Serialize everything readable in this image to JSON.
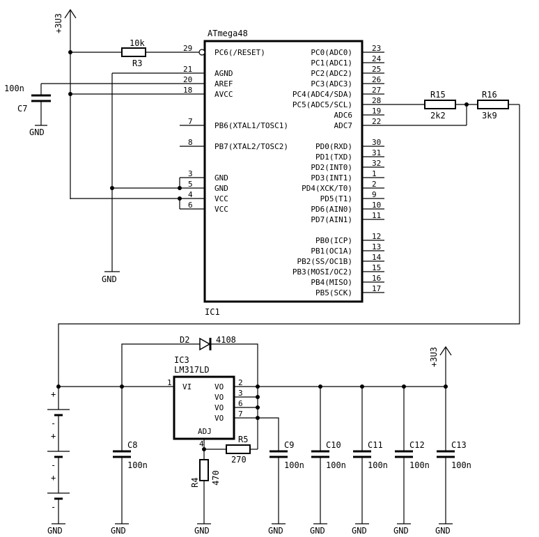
{
  "ic1": {
    "name": "ATmega48",
    "ref": "IC1",
    "left_pins": [
      {
        "num": "29",
        "label": "PC6(/RESET)"
      },
      {
        "num": "21",
        "label": "AGND"
      },
      {
        "num": "20",
        "label": "AREF"
      },
      {
        "num": "18",
        "label": "AVCC"
      },
      {
        "num": "7",
        "label": "PB6(XTAL1/TOSC1)"
      },
      {
        "num": "8",
        "label": "PB7(XTAL2/TOSC2)"
      },
      {
        "num": "3",
        "label": "GND"
      },
      {
        "num": "5",
        "label": "GND"
      },
      {
        "num": "4",
        "label": "VCC"
      },
      {
        "num": "6",
        "label": "VCC"
      }
    ],
    "right_pins": [
      {
        "num": "23",
        "label": "PC0(ADC0)"
      },
      {
        "num": "24",
        "label": "PC1(ADC1)"
      },
      {
        "num": "25",
        "label": "PC2(ADC2)"
      },
      {
        "num": "26",
        "label": "PC3(ADC3)"
      },
      {
        "num": "27",
        "label": "PC4(ADC4/SDA)"
      },
      {
        "num": "28",
        "label": "PC5(ADC5/SCL)"
      },
      {
        "num": "19",
        "label": "ADC6"
      },
      {
        "num": "22",
        "label": "ADC7"
      },
      {
        "num": "30",
        "label": "PD0(RXD)"
      },
      {
        "num": "31",
        "label": "PD1(TXD)"
      },
      {
        "num": "32",
        "label": "PD2(INT0)"
      },
      {
        "num": "1",
        "label": "PD3(INT1)"
      },
      {
        "num": "2",
        "label": "PD4(XCK/T0)"
      },
      {
        "num": "9",
        "label": "PD5(T1)"
      },
      {
        "num": "10",
        "label": "PD6(AIN0)"
      },
      {
        "num": "11",
        "label": "PD7(AIN1)"
      },
      {
        "num": "12",
        "label": "PB0(ICP)"
      },
      {
        "num": "13",
        "label": "PB1(OC1A)"
      },
      {
        "num": "14",
        "label": "PB2(SS/OC1B)"
      },
      {
        "num": "15",
        "label": "PB3(MOSI/OC2)"
      },
      {
        "num": "16",
        "label": "PB4(MISO)"
      },
      {
        "num": "17",
        "label": "PB5(SCK)"
      }
    ]
  },
  "ic3": {
    "ref": "IC3",
    "name": "LM317LD",
    "vi_label": "VI",
    "vo_label": "VO",
    "adj_label": "ADJ",
    "pin_vi": "1",
    "pins_vo": [
      "2",
      "3",
      "6",
      "7"
    ],
    "pin_adj": "4"
  },
  "parts": {
    "r3": {
      "ref": "R3",
      "value": "10k"
    },
    "r15": {
      "ref": "R15",
      "value": "2k2"
    },
    "r16": {
      "ref": "R16",
      "value": "3k9"
    },
    "r4": {
      "ref": "R4",
      "value": "470"
    },
    "r5": {
      "ref": "R5",
      "value": "270"
    },
    "c7": {
      "ref": "C7",
      "value": "100n"
    },
    "c8": {
      "ref": "C8",
      "value": "100n"
    },
    "c9": {
      "ref": "C9",
      "value": "100n"
    },
    "c10": {
      "ref": "C10",
      "value": "100n"
    },
    "c11": {
      "ref": "C11",
      "value": "100n"
    },
    "c12": {
      "ref": "C12",
      "value": "100n"
    },
    "c13": {
      "ref": "C13",
      "value": "100n"
    },
    "d2": {
      "ref": "D2",
      "value": "4108"
    }
  },
  "nets": {
    "supply_top": "+3U3",
    "supply_bottom": "+3U3",
    "gnd": "GND"
  },
  "battery": {
    "plus": "+",
    "minus": "-"
  }
}
